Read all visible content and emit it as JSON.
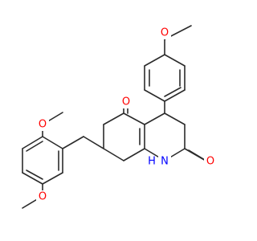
{
  "molecule": {
    "atoms": {
      "ketone_oxygen": {
        "symbol": "O",
        "color": "#ff0000"
      },
      "amide_oxygen": {
        "symbol": "O",
        "color": "#ff0000"
      },
      "amide_nitrogen": {
        "symbol": "N",
        "color": "#0000ff"
      },
      "amide_hydrogen": {
        "symbol": "H",
        "color": "#0000ff"
      },
      "top_methoxy_oxygen": {
        "symbol": "O",
        "color": "#ff0000"
      },
      "upper_left_methoxy_oxygen": {
        "symbol": "O",
        "color": "#ff0000"
      },
      "lower_left_methoxy_oxygen": {
        "symbol": "O",
        "color": "#ff0000"
      }
    },
    "bond_color": "#2b2b2b"
  }
}
